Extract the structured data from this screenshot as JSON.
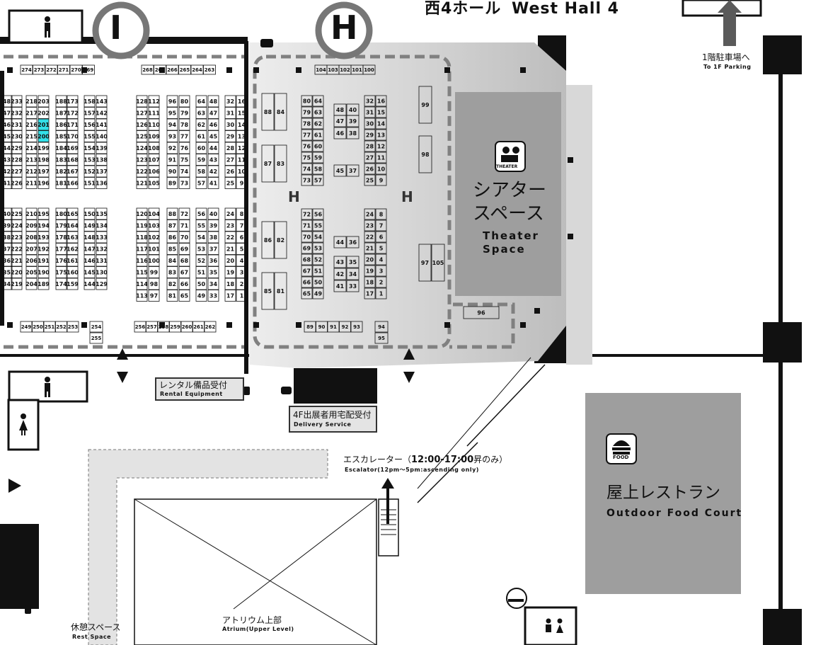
{
  "hall": {
    "title_jp": "西4ホール",
    "title_en": "West Hall 4"
  },
  "gates": [
    {
      "letter": "I"
    },
    {
      "letter": "H"
    }
  ],
  "hall_markers": [
    "H",
    "H"
  ],
  "parking": {
    "jp": "1階駐車場へ",
    "en": "To 1F Parking"
  },
  "theater": {
    "jp_line1": "シアター",
    "jp_line2": "スペース",
    "en_line1": "Theater",
    "en_line2": "Space",
    "icon_label": "THEATER"
  },
  "food_court": {
    "jp": "屋上レストラン",
    "en": "Outdoor Food Court",
    "icon_label": "FOOD"
  },
  "rental": {
    "jp": "レンタル備品受付",
    "en": "Rental Equipment"
  },
  "delivery": {
    "jp": "4F出展者用宅配受付",
    "en": "Delivery Service"
  },
  "escalator": {
    "jp_prefix": "エスカレーター（",
    "time": "12:00-17:00",
    "jp_suffix": "昇のみ）",
    "en": "Escalator(12pm〜5pm:ascending only)"
  },
  "atrium": {
    "jp": "アトリウム上部",
    "en": "Atrium(Upper Level)"
  },
  "rest": {
    "jp": "休憩スペース",
    "en": "Rest Space"
  },
  "highlight_color": "#33e0e8",
  "highlighted_booths": [
    "201",
    "200"
  ],
  "booths": {
    "top_row_left": [
      "274",
      "273",
      "272",
      "271",
      "270",
      "269"
    ],
    "top_row_mid": [
      "268",
      "267",
      "266",
      "265",
      "264",
      "263"
    ],
    "top_row_right": [
      "104",
      "103",
      "102",
      "101",
      "100"
    ],
    "bottom_row_left": [
      "249",
      "250",
      "251",
      "252",
      "253",
      "254",
      "255"
    ],
    "bottom_row_mid": [
      "256",
      "257",
      "258",
      "259",
      "260",
      "261",
      "262"
    ],
    "bottom_row_right": [
      "89",
      "90",
      "91",
      "92",
      "93",
      "94",
      "95"
    ],
    "left_upper": [
      [
        "48",
        "233",
        "218",
        "203",
        "188",
        "173",
        "158",
        "143",
        "128",
        "112",
        "96",
        "80",
        "64",
        "48",
        "32",
        "16"
      ],
      [
        "47",
        "232",
        "217",
        "202",
        "187",
        "172",
        "157",
        "142",
        "127",
        "111",
        "95",
        "79",
        "63",
        "47",
        "31",
        "15"
      ],
      [
        "46",
        "231",
        "216",
        "201",
        "186",
        "171",
        "156",
        "141",
        "126",
        "110",
        "94",
        "78",
        "62",
        "46",
        "30",
        "14"
      ],
      [
        "45",
        "230",
        "215",
        "200",
        "185",
        "170",
        "155",
        "140",
        "125",
        "109",
        "93",
        "77",
        "61",
        "45",
        "29",
        "13"
      ],
      [
        "44",
        "229",
        "214",
        "199",
        "184",
        "169",
        "154",
        "139",
        "124",
        "108",
        "92",
        "76",
        "60",
        "44",
        "28",
        "12"
      ],
      [
        "43",
        "228",
        "213",
        "198",
        "183",
        "168",
        "153",
        "138",
        "123",
        "107",
        "91",
        "75",
        "59",
        "43",
        "27",
        "11"
      ],
      [
        "42",
        "227",
        "212",
        "197",
        "182",
        "167",
        "152",
        "137",
        "122",
        "106",
        "90",
        "74",
        "58",
        "42",
        "26",
        "10"
      ],
      [
        "41",
        "226",
        "211",
        "196",
        "181",
        "166",
        "151",
        "136",
        "121",
        "105",
        "89",
        "73",
        "57",
        "41",
        "25",
        "9"
      ]
    ],
    "left_lower": [
      [
        "40",
        "225",
        "210",
        "195",
        "180",
        "165",
        "150",
        "135",
        "120",
        "104",
        "88",
        "72",
        "56",
        "40",
        "24",
        "8"
      ],
      [
        "39",
        "224",
        "209",
        "194",
        "179",
        "164",
        "149",
        "134",
        "119",
        "103",
        "87",
        "71",
        "55",
        "39",
        "23",
        "7"
      ],
      [
        "38",
        "223",
        "208",
        "193",
        "178",
        "163",
        "148",
        "133",
        "118",
        "102",
        "86",
        "70",
        "54",
        "38",
        "22",
        "6"
      ],
      [
        "37",
        "222",
        "207",
        "192",
        "177",
        "162",
        "147",
        "132",
        "117",
        "101",
        "85",
        "69",
        "53",
        "37",
        "21",
        "5"
      ],
      [
        "36",
        "221",
        "206",
        "191",
        "176",
        "161",
        "146",
        "131",
        "116",
        "100",
        "84",
        "68",
        "52",
        "36",
        "20",
        "4"
      ],
      [
        "35",
        "220",
        "205",
        "190",
        "175",
        "160",
        "145",
        "130",
        "115",
        "99",
        "83",
        "67",
        "51",
        "35",
        "19",
        "3"
      ],
      [
        "34",
        "219",
        "204",
        "189",
        "174",
        "159",
        "144",
        "129",
        "114",
        "98",
        "82",
        "66",
        "50",
        "34",
        "18",
        "2"
      ],
      [
        "",
        "",
        "",
        "",
        "",
        "",
        "",
        "",
        "113",
        "97",
        "81",
        "65",
        "49",
        "33",
        "17",
        "1"
      ]
    ],
    "right_upper": [
      [
        "80",
        "64",
        "32",
        "16"
      ],
      [
        "79",
        "63",
        "31",
        "15"
      ],
      [
        "78",
        "62",
        "30",
        "14"
      ],
      [
        "77",
        "61",
        "29",
        "13"
      ],
      [
        "76",
        "60",
        "28",
        "12"
      ],
      [
        "75",
        "59",
        "27",
        "11"
      ],
      [
        "74",
        "58",
        "26",
        "10"
      ],
      [
        "73",
        "57",
        "25",
        "9"
      ]
    ],
    "right_lower": [
      [
        "72",
        "56",
        "24",
        "8"
      ],
      [
        "71",
        "55",
        "23",
        "7"
      ],
      [
        "70",
        "54",
        "22",
        "6"
      ],
      [
        "69",
        "53",
        "21",
        "5"
      ],
      [
        "68",
        "52",
        "20",
        "4"
      ],
      [
        "67",
        "51",
        "19",
        "3"
      ],
      [
        "66",
        "50",
        "18",
        "2"
      ],
      [
        "65",
        "49",
        "17",
        "1"
      ]
    ],
    "center_islands": [
      {
        "a": "48",
        "b": "40"
      },
      {
        "a": "47",
        "b": "39"
      },
      {
        "a": "46",
        "b": "38"
      },
      {
        "a": "45",
        "b": "37"
      },
      {
        "a": "44",
        "b": "36"
      },
      {
        "a": "43",
        "b": "35"
      },
      {
        "a": "42",
        "b": "34"
      },
      {
        "a": "41",
        "b": "33"
      }
    ],
    "big_left": [
      {
        "a": "88",
        "b": "84"
      },
      {
        "a": "87",
        "b": "83"
      },
      {
        "a": "86",
        "b": "82"
      },
      {
        "a": "85",
        "b": "81"
      }
    ],
    "big_right": [
      "99",
      "98",
      "97",
      "105",
      "96"
    ]
  }
}
